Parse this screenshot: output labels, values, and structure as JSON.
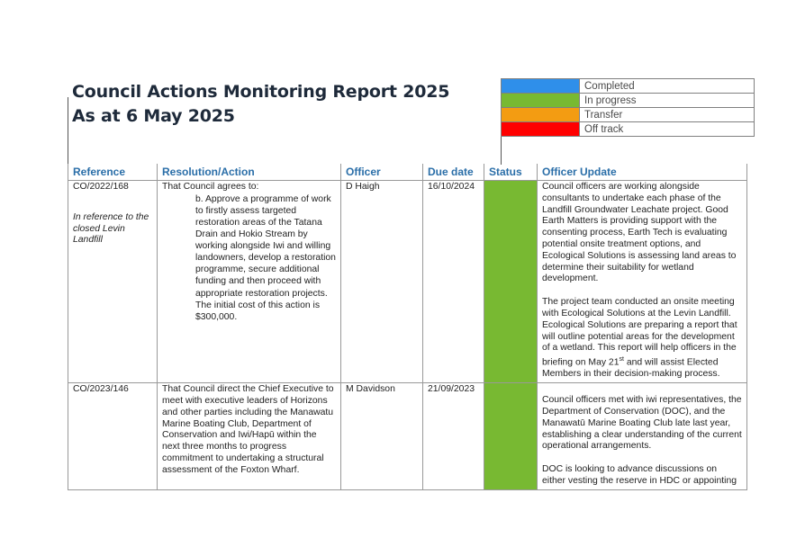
{
  "report": {
    "title_line1": "Council Actions Monitoring Report 2025",
    "title_line2": "As at 6 May 2025"
  },
  "legend": [
    {
      "label": "Completed",
      "color": "#2f8fea"
    },
    {
      "label": "In progress",
      "color": "#78b932"
    },
    {
      "label": "Transfer",
      "color": "#f39c12"
    },
    {
      "label": "Off track",
      "color": "#ff0000"
    }
  ],
  "table": {
    "headers": [
      "Reference",
      "Resolution/Action",
      "Officer",
      "Due date",
      "Status",
      "Officer Update"
    ],
    "rows": [
      {
        "reference": "CO/2022/168",
        "reference_note": "In reference to the closed Levin Landfill",
        "resolution_intro": "That Council agrees to:",
        "resolution_item": "b. Approve a programme of work to firstly assess targeted restoration areas of the Tatana Drain and Hokio Stream by working alongside Iwi and willing landowners, develop a restoration programme, secure additional funding and then proceed with appropriate restoration projects. The initial cost of this action is $300,000.",
        "officer": "D Haigh",
        "due_date": "16/10/2024",
        "status": "In progress",
        "status_color": "#78b932",
        "update_p1": "Council officers are working alongside consultants to undertake each phase of the Landfill Groundwater Leachate project. Good Earth Matters is providing support with the consenting process, Earth Tech is evaluating potential onsite treatment options, and Ecological Solutions is assessing land areas to determine their suitability for wetland development.",
        "update_p2_a": "The project team conducted an onsite meeting with Ecological Solutions at the Levin Landfill. Ecological Solutions are preparing a report that will outline potential areas for the development of a wetland. This report will help officers in the briefing on May 21",
        "update_p2_sup": "st",
        "update_p2_b": " and will assist Elected Members in their decision-making process."
      },
      {
        "reference": "CO/2023/146",
        "resolution": "That Council direct the Chief Executive to meet with executive leaders of Horizons and other parties including the Manawatu Marine Boating Club, Department of Conservation and Iwi/Hapū within the next three months to progress commitment to undertaking a structural assessment of the Foxton Wharf.",
        "officer": "M Davidson",
        "due_date": "21/09/2023",
        "status": "In progress",
        "status_color": "#78b932",
        "update_p1": "Council officers met with iwi representatives, the Department of Conservation (DOC), and the Manawatū Marine Boating Club late last year, establishing a clear understanding of the current operational arrangements.",
        "update_p2": "DOC is looking to advance discussions on either vesting the reserve in HDC or appointing"
      }
    ]
  }
}
